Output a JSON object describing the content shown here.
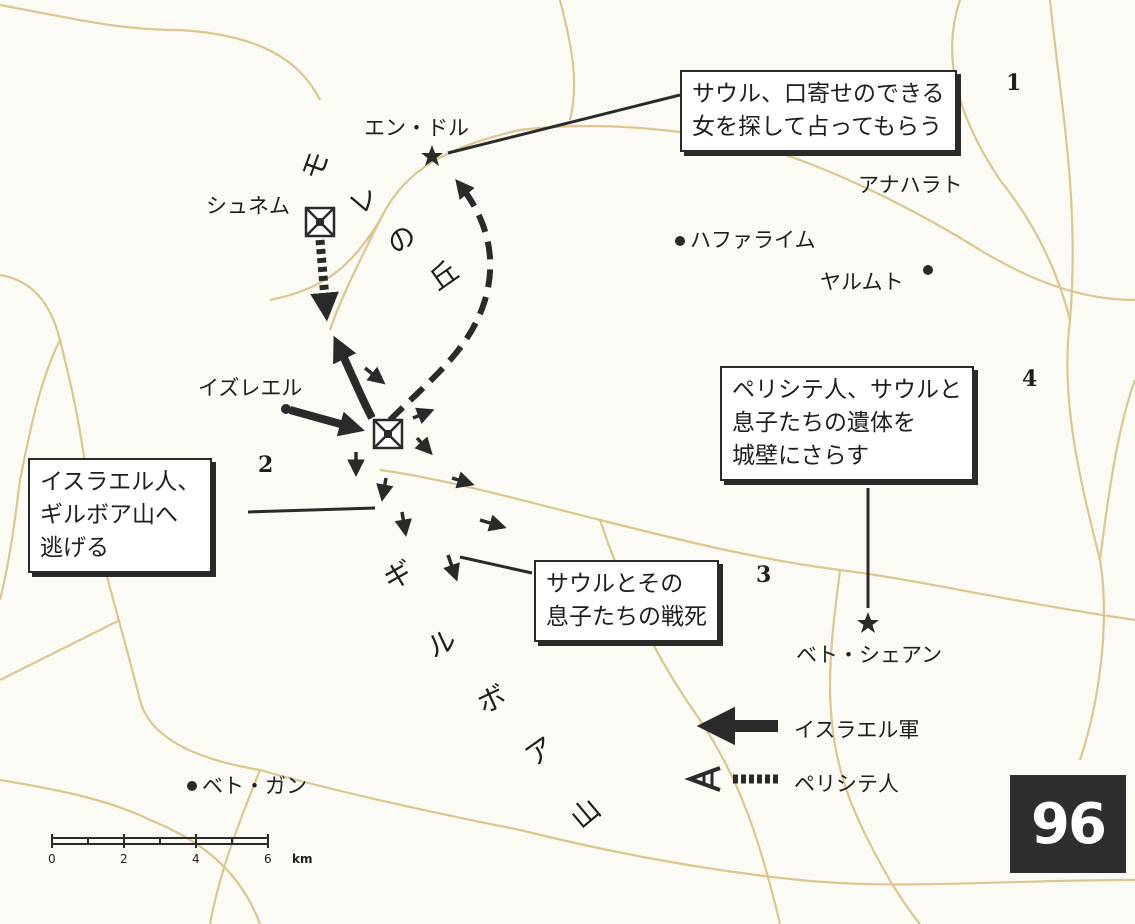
{
  "places": {
    "en_dor": "エン・ドル",
    "shunem": "シュネム",
    "jezreel": "イズレエル",
    "hapharaim": "ハファライム",
    "anaharath": "アナハラト",
    "remeth": "ヤルムト",
    "beth_shean": "ベト・シェアン",
    "beth_gan": "ベト・ガン"
  },
  "terrain": {
    "moreh_chars": [
      "モ",
      "レ",
      "の",
      "丘"
    ],
    "gilboa_chars": [
      "ギ",
      "ル",
      "ボ",
      "ア",
      "山"
    ]
  },
  "callouts": [
    {
      "number": "1",
      "lines": [
        "サウル、口寄せのできる",
        "女を探して占ってもらう"
      ]
    },
    {
      "number": "2",
      "lines": [
        "イスラエル人、",
        "ギルボア山へ",
        "逃げる"
      ]
    },
    {
      "number": "3",
      "lines": [
        "サウルとその",
        "息子たちの戦死"
      ]
    },
    {
      "number": "4",
      "lines": [
        "ペリシテ人、サウルと",
        "息子たちの遺体を",
        "城壁にさらす"
      ]
    }
  ],
  "legend": {
    "israel_army": "イスラエル軍",
    "philistines": "ペリシテ人"
  },
  "scale": {
    "ticks": [
      "0",
      "2",
      "4",
      "6"
    ],
    "unit": "km"
  },
  "page_number": "96",
  "colors": {
    "river": "#d9c48e",
    "ink": "#2a2a2a",
    "background": "#fbfaf4"
  }
}
